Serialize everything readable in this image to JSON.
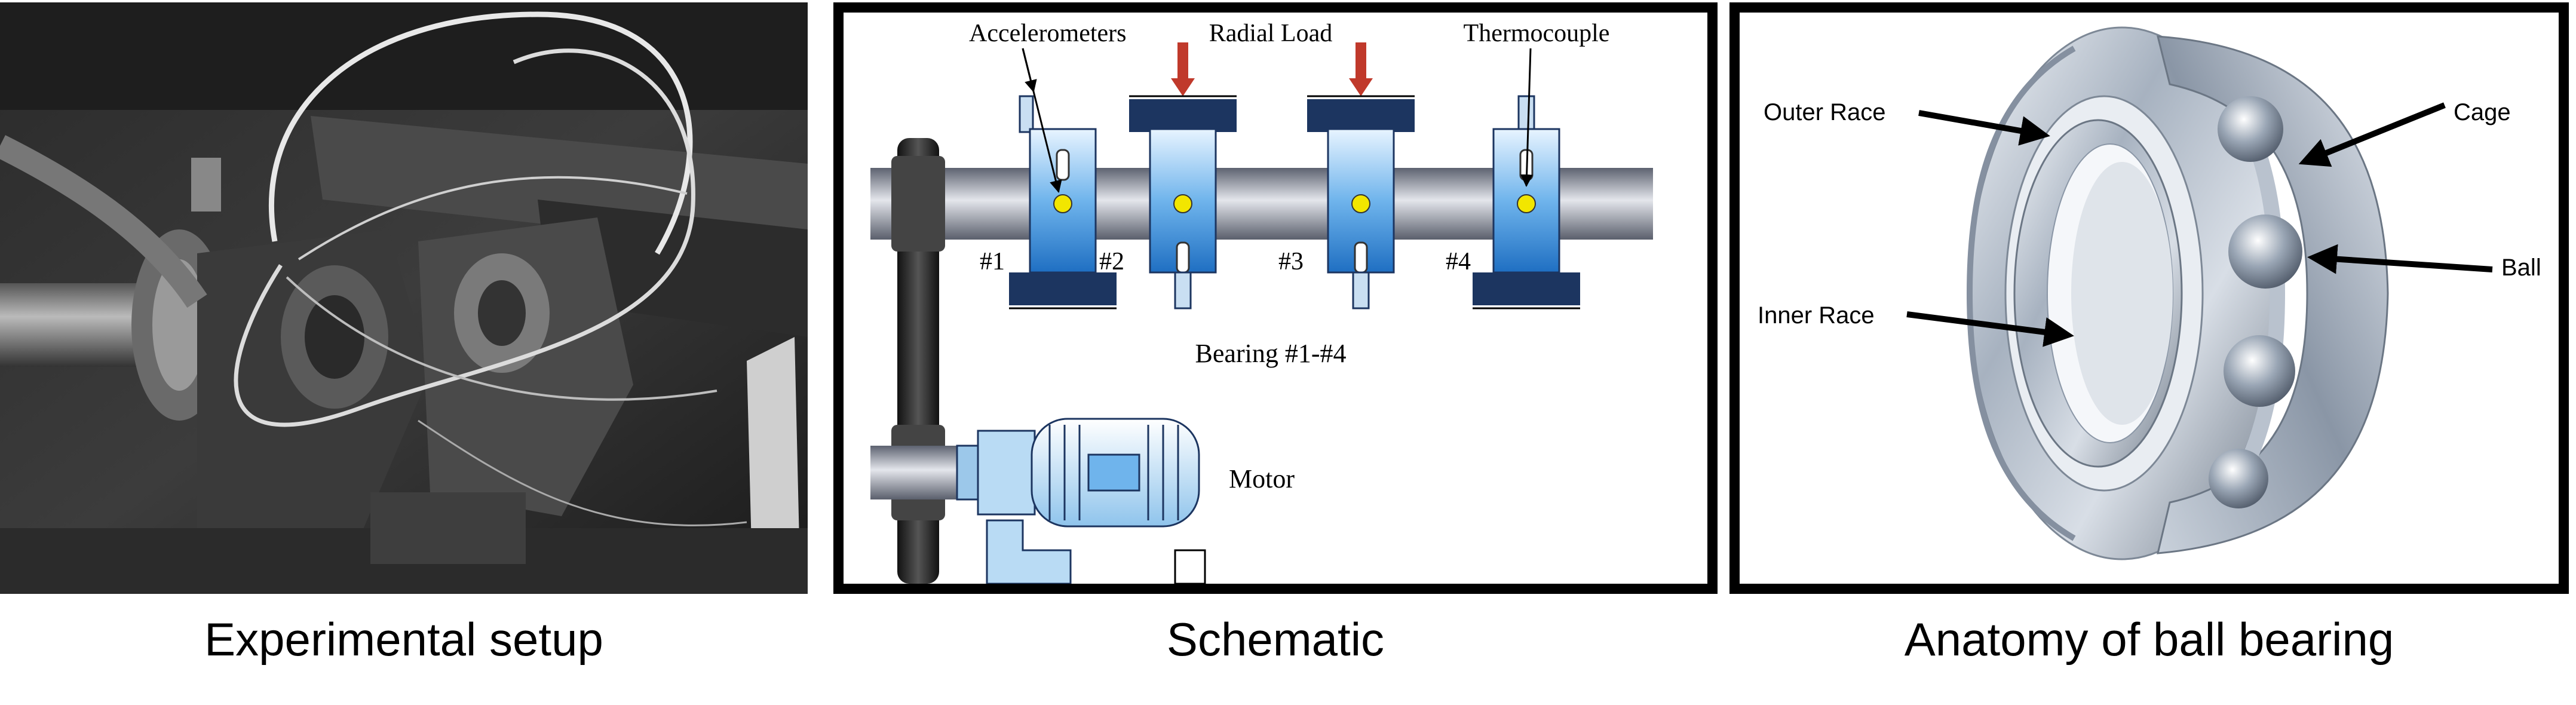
{
  "panels": {
    "setup": {
      "caption": "Experimental setup"
    },
    "schematic": {
      "caption": "Schematic",
      "labels": {
        "accelerometers": "Accelerometers",
        "radial_load": "Radial Load",
        "thermocouple": "Thermocouple",
        "b1": "#1",
        "b2": "#2",
        "b3": "#3",
        "b4": "#4",
        "bearings": "Bearing #1-#4",
        "motor": "Motor"
      }
    },
    "anatomy": {
      "caption": "Anatomy of ball bearing",
      "labels": {
        "outer_race": "Outer Race",
        "cage": "Cage",
        "ball": "Ball",
        "inner_race": "Inner Race"
      }
    }
  },
  "colors": {
    "bearing_blue": "#3a8fd6",
    "base_navy": "#1c3560",
    "sensor_yellow": "#f2e600",
    "load_arrow": "#c0392b",
    "shaft_gray": "#8a8f9c"
  }
}
